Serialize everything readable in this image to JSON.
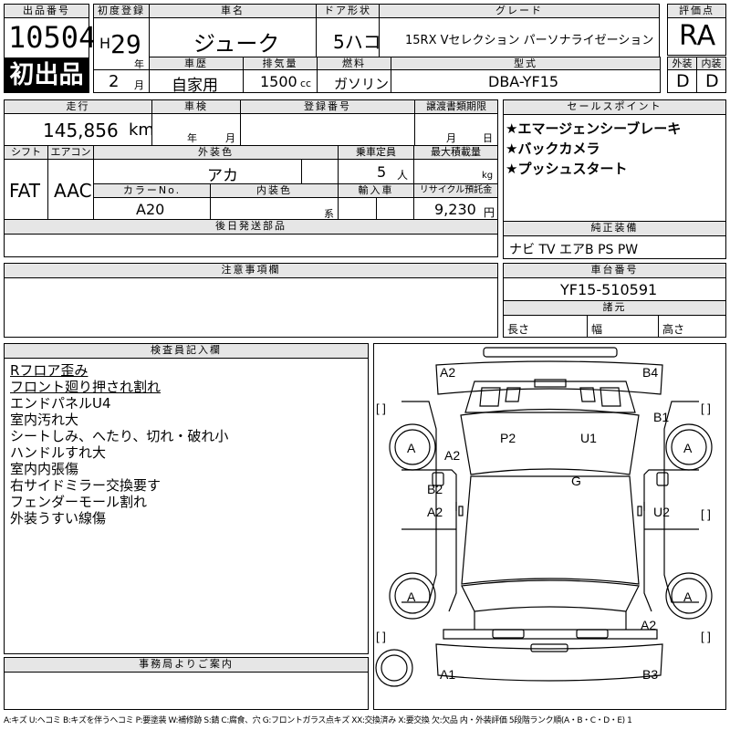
{
  "header": {
    "lot_label": "出品番号",
    "lot_number": "10504",
    "first_listing_badge": "初出品",
    "first_reg_label": "初度登録",
    "era": "H",
    "year": "29",
    "year_unit": "年",
    "month": "2",
    "month_unit": "月",
    "car_name_label": "車名",
    "car_name": "ジューク",
    "door_label": "ドア形状",
    "door": "5ハコ",
    "grade_label": "グレード",
    "grade": "15RX Vセレクション パーソナライゼーション",
    "score_label": "評価点",
    "score": "RA",
    "history_label": "車歴",
    "history": "自家用",
    "displacement_label": "排気量",
    "displacement": "1500",
    "displacement_unit": "cc",
    "fuel_label": "燃料",
    "fuel": "ガソリン",
    "model_label": "型式",
    "model": "DBA-YF15",
    "exterior_grade_label": "外装",
    "exterior_grade": "D",
    "interior_grade_label": "内装",
    "interior_grade": "D"
  },
  "info": {
    "mileage_label": "走行",
    "mileage": "145,856",
    "mileage_unit": "km",
    "inspection_label": "車検",
    "insp_year_unit": "年",
    "insp_month_unit": "月",
    "reg_label": "登録番号",
    "reg_value": "",
    "transfer_label": "譲渡書類期限",
    "transfer_month_unit": "月",
    "transfer_day_unit": "日",
    "shift_label": "シフト",
    "shift": "FAT",
    "ac_label": "エアコン",
    "ac": "AAC",
    "ext_color_label": "外装色",
    "ext_color": "アカ",
    "capacity_label": "乗車定員",
    "capacity": "5",
    "capacity_unit": "人",
    "max_load_label": "最大積載量",
    "max_load_unit": "kg",
    "color_no_label": "カラーNo.",
    "color_no": "A20",
    "int_color_label": "内装色",
    "int_color_unit": "系",
    "import_label": "輸入車",
    "recycle_label": "リサイクル預託金",
    "recycle": "9,230",
    "recycle_unit": "円"
  },
  "sales_points": {
    "label": "セールスポイント",
    "items": [
      "★エマージェンシーブレーキ",
      "★バックカメラ",
      "★プッシュスタート"
    ]
  },
  "later_parts": {
    "label": "後日発送部品",
    "value": ""
  },
  "equipment": {
    "label": "純正装備",
    "value": "ナビ TV エアB PS PW"
  },
  "notes": {
    "label": "注意事項欄",
    "value": ""
  },
  "chassis": {
    "label": "車台番号",
    "value": "YF15-510591"
  },
  "specs": {
    "label": "諸元",
    "length": "長さ",
    "width": "幅",
    "height": "高さ"
  },
  "inspector": {
    "label": "検査員記入欄",
    "lines": [
      "Rフロア歪み",
      "フロント廻り押され割れ",
      "エンドパネルU4",
      "室内汚れ大",
      "シートしみ、へたり、切れ・破れ小",
      "ハンドルすれ大",
      "室内内張傷",
      "右サイドミラー交換要す",
      "フェンダーモール割れ",
      "外装うすい線傷"
    ]
  },
  "office": {
    "label": "事務局よりご案内",
    "value": ""
  },
  "diagram": {
    "marks": [
      "A2",
      "B4",
      "B1",
      "P2",
      "U1",
      "A2",
      "A",
      "A",
      "B2",
      "A2",
      "G",
      "U2",
      "A",
      "A",
      "A2",
      "A1",
      "B3"
    ],
    "bracket": "[ ]"
  },
  "legend": "A:キズ U:ヘコミ B:キズを伴うヘコミ P:要塗装 W:補修跡 S:錆 C:腐食、穴 G:フロントガラス点キズ XX:交換済み X:要交換 欠:欠品 内・外装評価 5段階ランク順(A・B・C・D・E) 1"
}
